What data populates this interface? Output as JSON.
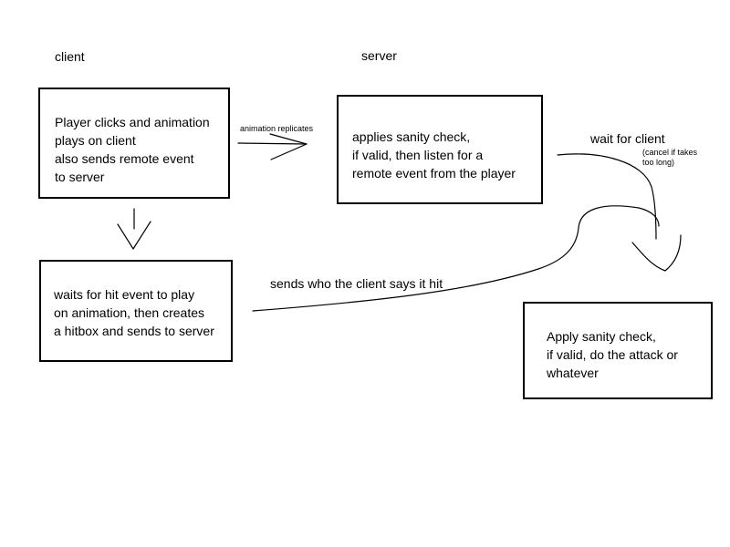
{
  "headers": {
    "client": "client",
    "server": "server"
  },
  "boxes": {
    "client_click": "Player clicks and animation\nplays on client\nalso sends remote event\nto server",
    "server_sanity": "applies sanity check,\nif valid, then listen for a\nremote event from the player",
    "client_hitbox": "waits for hit event to play\non animation, then creates\na hitbox and sends to server",
    "server_attack": "Apply sanity check,\nif valid, do the attack or\nwhatever"
  },
  "edge_labels": {
    "animation_replicates": "animation replicates",
    "wait_for_client": "wait for client",
    "cancel_note": "(cancel if takes\ntoo long)",
    "sends_hit": "sends who the client says it hit"
  }
}
